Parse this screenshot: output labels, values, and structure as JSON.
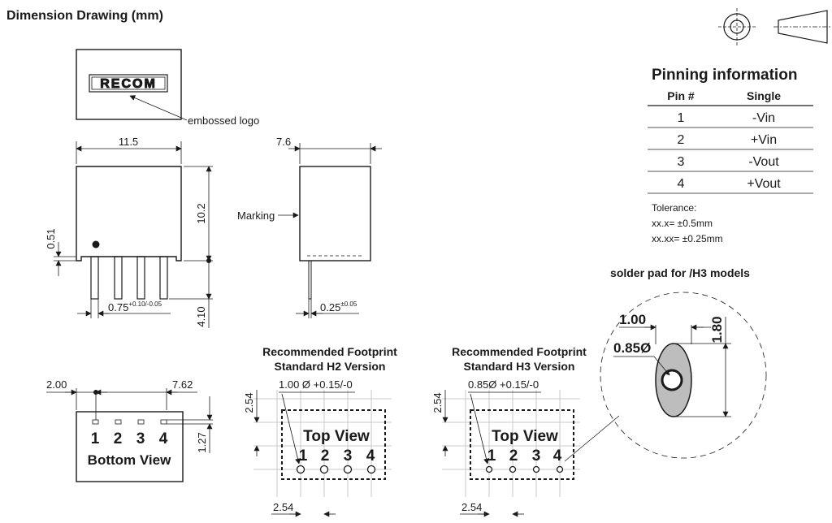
{
  "title": "Dimension Drawing (mm)",
  "logo_text": "RECOM",
  "labels": {
    "embossed_logo": "embossed logo",
    "marking": "Marking",
    "bottom_view": "Bottom View",
    "top_view": "Top View",
    "solder_pad": "solder pad for /H3 models"
  },
  "dimensions": {
    "width": "11.5",
    "height": "10.2",
    "standoff": "0.51",
    "pin_width": "0.75",
    "pin_width_tol": "+0.10/-0.05",
    "pin_length": "4.10",
    "depth": "7.6",
    "pin_thickness": "0.25",
    "pin_thickness_tol": "±0.05",
    "pin_offset": "2.00",
    "pin_span": "7.62",
    "pin_row_offset": "1.27",
    "pitch": "2.54",
    "pad_width": "1.00",
    "pad_height": "1.80",
    "pad_hole": "0.85Ø"
  },
  "footprints": [
    {
      "title_line1": "Recommended Footprint",
      "title_line2": "Standard H2 Version",
      "hole": "1.00 Ø +0.15/-0"
    },
    {
      "title_line1": "Recommended Footprint",
      "title_line2": "Standard H3 Version",
      "hole": "0.85Ø +0.15/-0"
    }
  ],
  "pins": [
    "1",
    "2",
    "3",
    "4"
  ],
  "pinning": {
    "title": "Pinning information",
    "headers": [
      "Pin #",
      "Single"
    ],
    "rows": [
      {
        "pin": "1",
        "signal": "-Vin"
      },
      {
        "pin": "2",
        "signal": "+Vin"
      },
      {
        "pin": "3",
        "signal": "-Vout"
      },
      {
        "pin": "4",
        "signal": "+Vout"
      }
    ]
  },
  "tolerance": {
    "title": "Tolerance:",
    "lines": [
      "xx.x= ±0.5mm",
      "xx.xx= ±0.25mm"
    ]
  }
}
